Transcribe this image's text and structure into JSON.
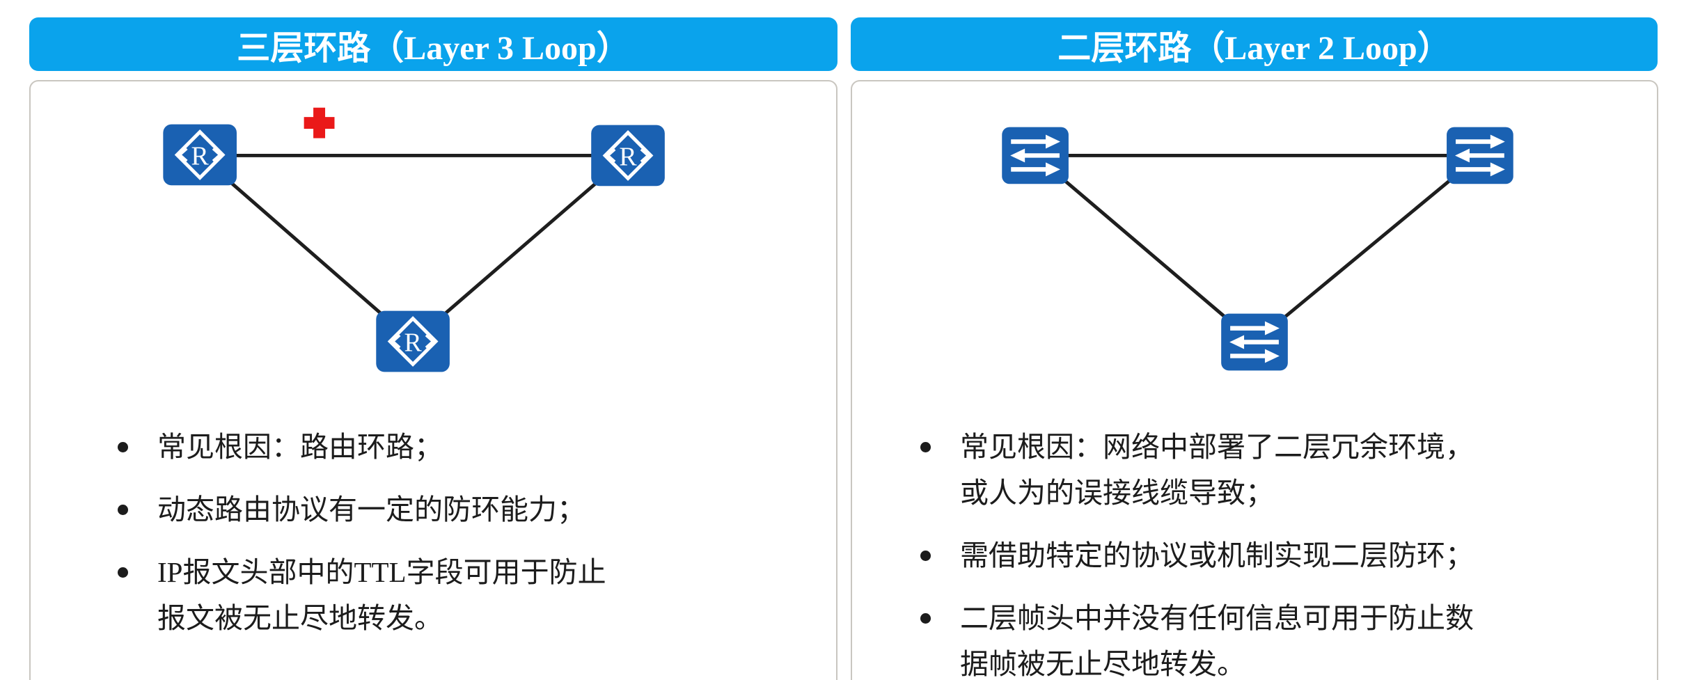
{
  "colors": {
    "header_bg": "#0aa3ec",
    "header_text": "#ffffff",
    "card_bg": "#ffffff",
    "card_border": "#c9c6c0",
    "node_fill": "#1a61b2",
    "icon_glyph": "#ffffff",
    "link_line": "#1e1e1e",
    "error_red": "#ea1919",
    "body_text": "#1c1c1c"
  },
  "router_label": "R",
  "panels": [
    {
      "title": "三层环路（Layer 3 Loop）",
      "node_type": "router",
      "topology": "triangle of 3 routers, blocked top link marked with red cross",
      "bullets": [
        "常见根因：路由环路；",
        "动态路由协议有一定的防环能力；",
        "IP报文头部中的TTL字段可用于防止报文被无止尽地转发。"
      ]
    },
    {
      "title": "二层环路（Layer 2 Loop）",
      "node_type": "switch",
      "topology": "triangle of 3 switches",
      "bullets": [
        "常见根因：网络中部署了二层冗余环境，或人为的误接线缆导致；",
        "需借助特定的协议或机制实现二层防环；",
        "二层帧头中并没有任何信息可用于防止数据帧被无止尽地转发。"
      ]
    }
  ]
}
